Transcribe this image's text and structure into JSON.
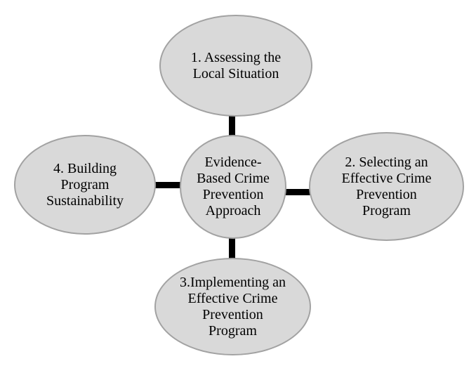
{
  "page": {
    "background": "#ffffff"
  },
  "colors": {
    "page_bg": "#ffffff",
    "node_fill": "#d9d9d9",
    "node_border": "#a2a2a2",
    "connector": "#000000",
    "text": "#000000"
  },
  "diagram": {
    "center": {
      "label": "Evidence-\nBased Crime\nPrevention\nApproach"
    },
    "steps": {
      "top": {
        "label": "1. Assessing the\nLocal Situation"
      },
      "right": {
        "label": "2. Selecting an\nEffective Crime\nPrevention\nProgram"
      },
      "bottom": {
        "label": "3.Implementing an\nEffective Crime\nPrevention\nProgram"
      },
      "left": {
        "label": "4. Building\nProgram\nSustainability"
      }
    }
  }
}
